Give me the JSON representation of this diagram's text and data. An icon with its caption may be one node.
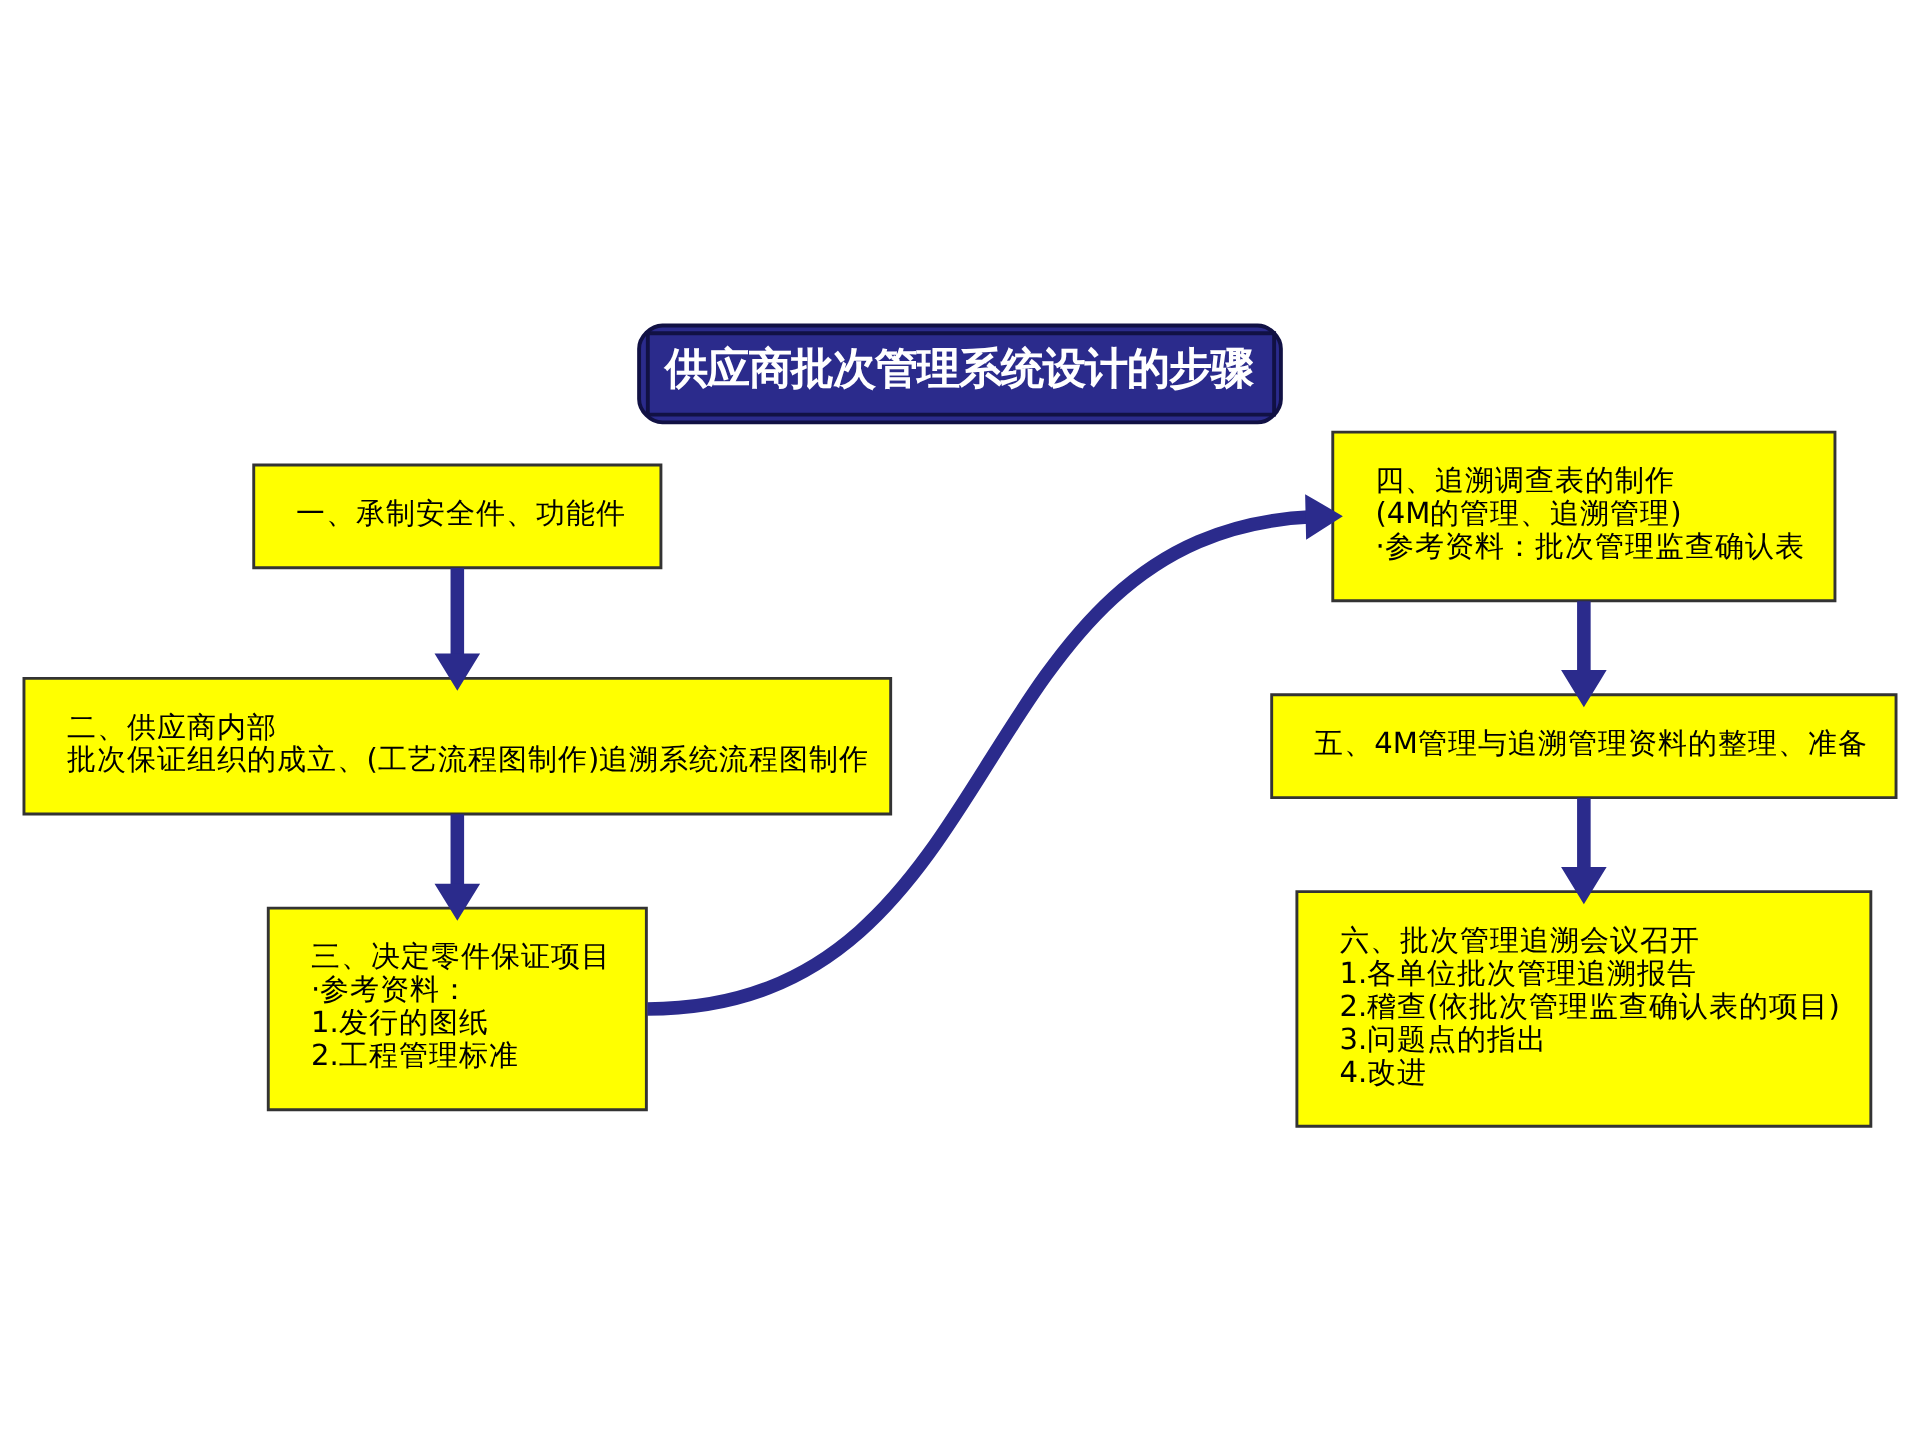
{
  "diagram": {
    "title": "供应商批次管理系统设计的步骤",
    "nodes": [
      {
        "text": [
          "一、承制安全件、功能件"
        ]
      },
      {
        "text": [
          "二、供应商内部",
          "批次保证组织的成立、(工艺流程图制作)追溯系统流程图制作"
        ]
      },
      {
        "text": [
          "三、决定零件保证项目",
          "·参考资料：",
          "1.发行的图纸",
          "2.工程管理标准"
        ]
      },
      {
        "text": [
          "四、追溯调查表的制作",
          "(4M的管理、追溯管理)",
          "·参考资料：批次管理监查确认表"
        ]
      },
      {
        "text": [
          "五、4M管理与追溯管理资料的整理、准备"
        ]
      },
      {
        "text": [
          "六、批次管理追溯会议召开",
          "1.各单位批次管理追溯报告",
          "2.稽查(依批次管理监查确认表的项目)",
          "3.问题点的指出",
          "4.改进"
        ]
      }
    ],
    "edges": [
      {
        "from": 0,
        "to": 1,
        "arrow": "to"
      },
      {
        "from": 1,
        "to": 2,
        "arrow": "to"
      },
      {
        "from": 2,
        "to": 3,
        "arrow": "to"
      },
      {
        "from": 3,
        "to": 4,
        "arrow": "to"
      },
      {
        "from": 4,
        "to": 5,
        "arrow": "to"
      }
    ]
  }
}
